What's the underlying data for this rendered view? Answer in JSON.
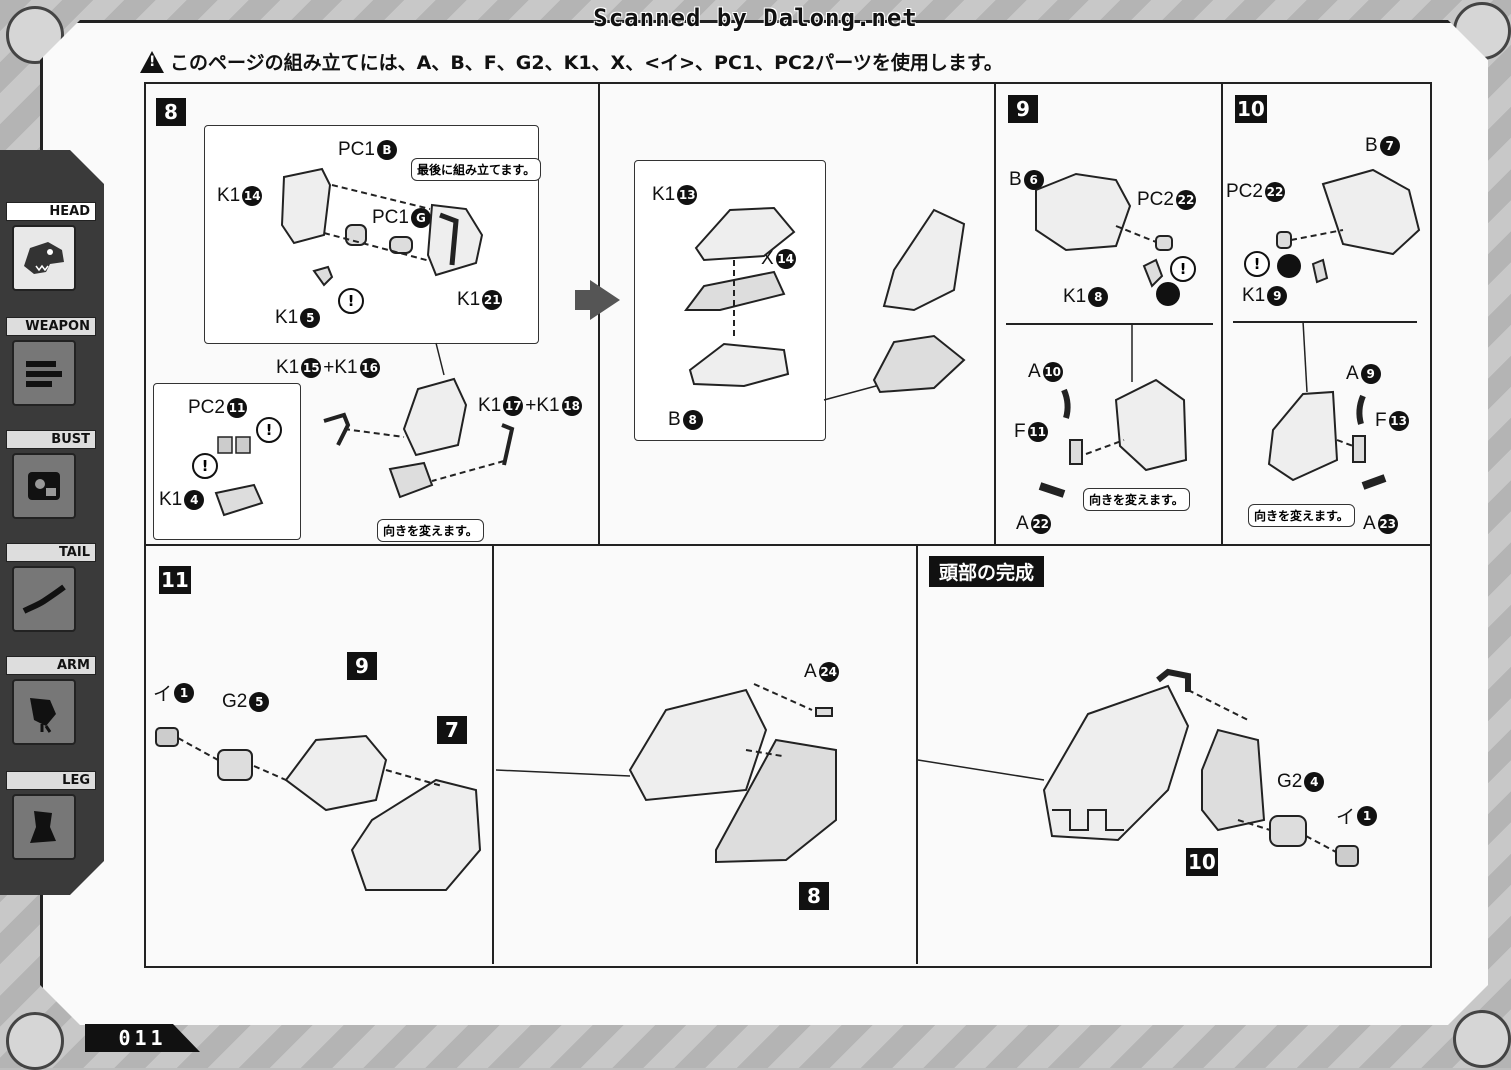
{
  "scan_title": "Scanned by Dalong.net",
  "page_note": "このページの組み立てには、A、B、F、G2、K1、X、<イ>、PC1、PC2パーツを使用します。",
  "page_number": "011",
  "sidebar": {
    "tabs": [
      {
        "label": "HEAD",
        "icon": "head-icon",
        "active": true
      },
      {
        "label": "WEAPON",
        "icon": "weapon-icon",
        "active": false
      },
      {
        "label": "BUST",
        "icon": "bust-icon",
        "active": false
      },
      {
        "label": "TAIL",
        "icon": "tail-icon",
        "active": false
      },
      {
        "label": "ARM",
        "icon": "arm-icon",
        "active": false
      },
      {
        "label": "LEG",
        "icon": "leg-icon",
        "active": false
      }
    ]
  },
  "steps": {
    "s8": {
      "num": "8",
      "tip_last": "最後に組み立てます。",
      "tip_turn": "向きを変えます。",
      "parts": {
        "pc1b": {
          "name": "PC1",
          "num": "B"
        },
        "pc1g": {
          "name": "PC1",
          "num": "G"
        },
        "k1_14": {
          "name": "K1",
          "num": "14"
        },
        "k1_21": {
          "name": "K1",
          "num": "21"
        },
        "k1_5": {
          "name": "K1",
          "num": "5"
        },
        "k1_15_16": {
          "name": "K1",
          "num": "15",
          "plus": "+K1",
          "num2": "16"
        },
        "k1_17_18": {
          "name": "K1",
          "num": "17",
          "plus": "+K1",
          "num2": "18"
        },
        "pc2_11": {
          "name": "PC2",
          "num": "11"
        },
        "k1_4": {
          "name": "K1",
          "num": "4"
        },
        "k1_13": {
          "name": "K1",
          "num": "13"
        },
        "x14": {
          "name": "X",
          "num": "14"
        },
        "b8": {
          "name": "B",
          "num": "8"
        }
      }
    },
    "s9": {
      "num": "9",
      "tip_turn": "向きを変えます。",
      "parts": {
        "b6": {
          "name": "B",
          "num": "6"
        },
        "pc2_22": {
          "name": "PC2",
          "num": "22"
        },
        "k1_8": {
          "name": "K1",
          "num": "8"
        },
        "a10": {
          "name": "A",
          "num": "10"
        },
        "f11": {
          "name": "F",
          "num": "11"
        },
        "a22": {
          "name": "A",
          "num": "22"
        }
      }
    },
    "s10": {
      "num": "10",
      "tip_turn": "向きを変えます。",
      "parts": {
        "b7": {
          "name": "B",
          "num": "7"
        },
        "pc2_22": {
          "name": "PC2",
          "num": "22"
        },
        "k1_9": {
          "name": "K1",
          "num": "9"
        },
        "a9": {
          "name": "A",
          "num": "9"
        },
        "f13": {
          "name": "F",
          "num": "13"
        },
        "a23": {
          "name": "A",
          "num": "23"
        }
      }
    },
    "s11": {
      "num": "11",
      "ref9": "9",
      "ref7": "7",
      "ref8": "8",
      "parts": {
        "i1": {
          "name": "イ",
          "num": "1"
        },
        "g2_5": {
          "name": "G2",
          "num": "5"
        },
        "a24": {
          "name": "A",
          "num": "24"
        }
      }
    },
    "complete": {
      "title": "頭部の完成",
      "ref10": "10",
      "parts": {
        "g2_4": {
          "name": "G2",
          "num": "4"
        },
        "i1": {
          "name": "イ",
          "num": "1"
        }
      }
    }
  },
  "colors": {
    "ink": "#111111",
    "frame_bg": "#fafafa",
    "page_bg": "#bdbdbd"
  }
}
